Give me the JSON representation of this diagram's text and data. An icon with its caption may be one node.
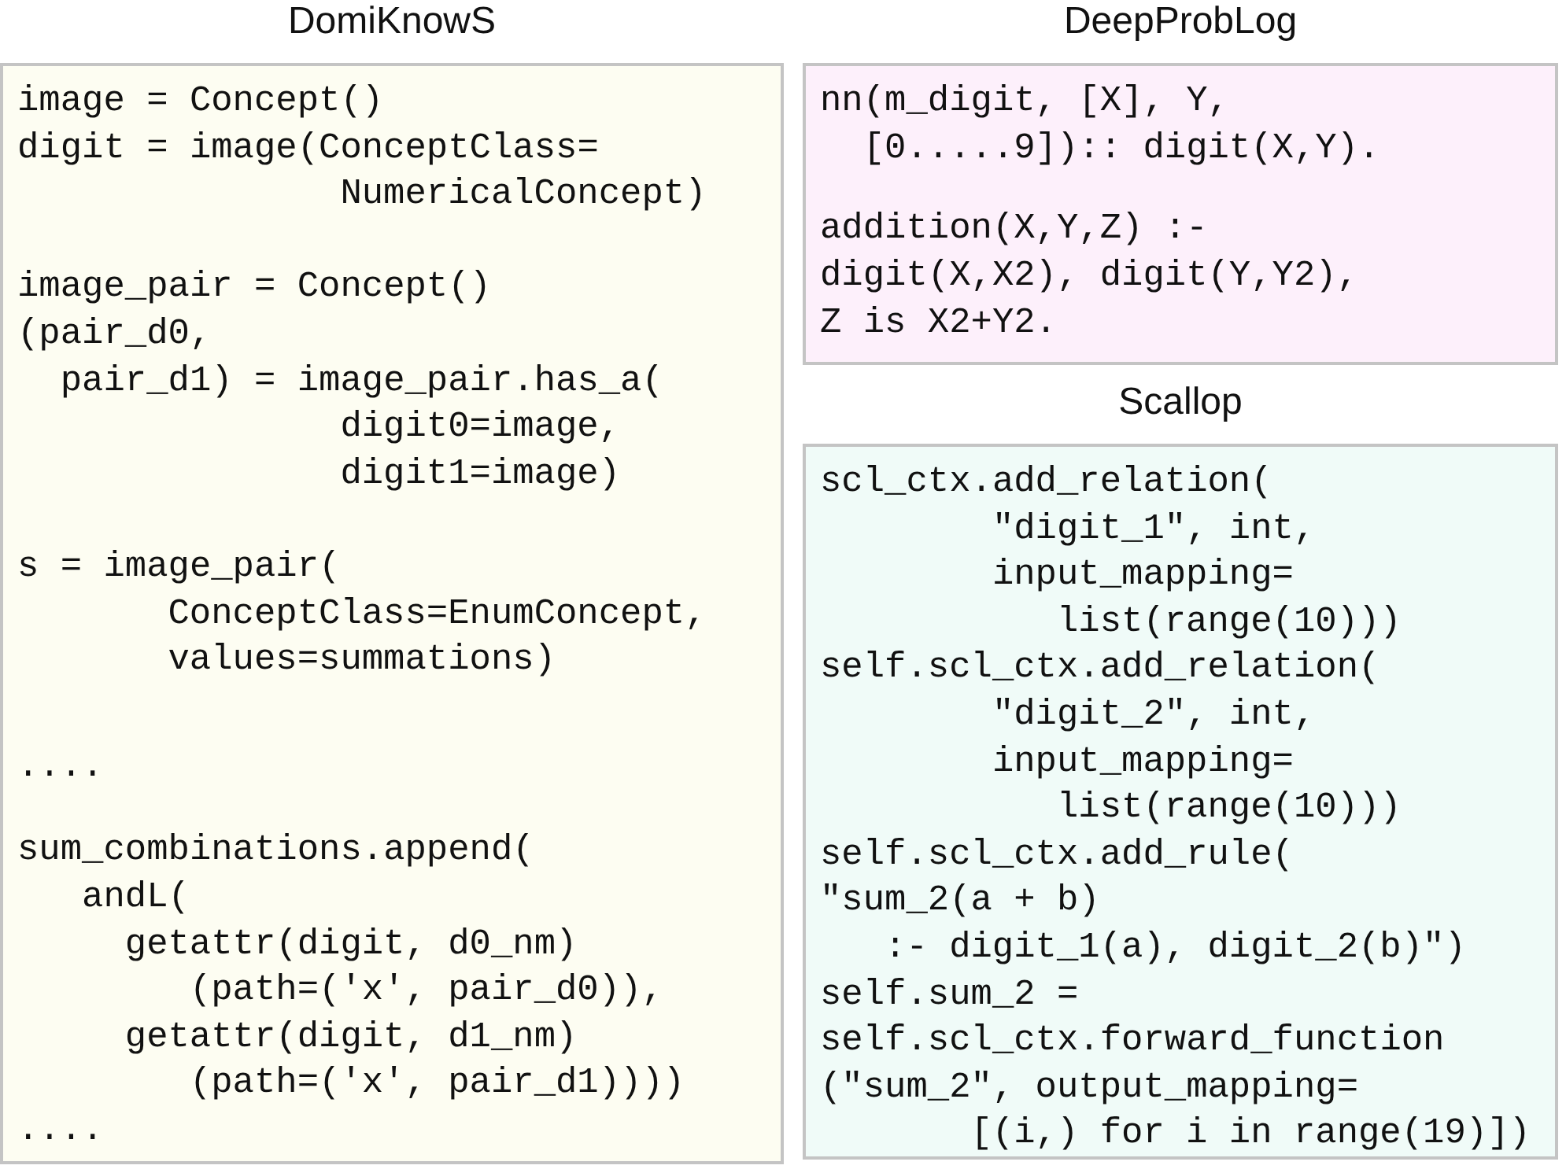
{
  "diagram": {
    "nodes": [
      {
        "text": [
          "DomiKnowS",
          "image = Concept()",
          "digit = image(ConceptClass=",
          "NumericalConcept)",
          "image_pair = Concept()",
          "(pair_d0,",
          "pair_d1) = image_pair.has_a(",
          "digit0=image,",
          "digit1=image)",
          "s = image_pair(",
          "ConceptClass=EnumConcept,",
          "values=summations)",
          "....",
          "sum_combinations.append(",
          "andL(",
          "getattr(digit, d0_nm)",
          "(path=('x', pair_d0)),",
          "getattr(digit, d1_nm)",
          "(path=('x', pair_d1))))",
          "...."
        ]
      },
      {
        "text": [
          "DeepProbLog",
          "nn(m_digit, [X], Y,",
          "[0.....9]):: digit(X,Y).",
          "addition(X,Y,Z) :-",
          "digit(X,X2), digit(Y,Y2),",
          "Z is X2+Y2."
        ]
      },
      {
        "text": [
          "Scallop",
          "scl_ctx.add_relation(",
          "\"digit_1\", int,",
          "input_mapping=",
          "list(range(10)))",
          "self.scl_ctx.add_relation(",
          "\"digit_2\", int,",
          "input_mapping=",
          "list(range(10)))",
          "self.scl_ctx.add_rule(",
          "\"sum_2(a + b)",
          ":- digit_1(a), digit_2(b)\")",
          "self.sum_2 =",
          "self.scl_ctx.forward_function",
          "(\"sum_2\", output_mapping=",
          "[(i,) for i in range(19)])"
        ]
      }
    ]
  }
}
